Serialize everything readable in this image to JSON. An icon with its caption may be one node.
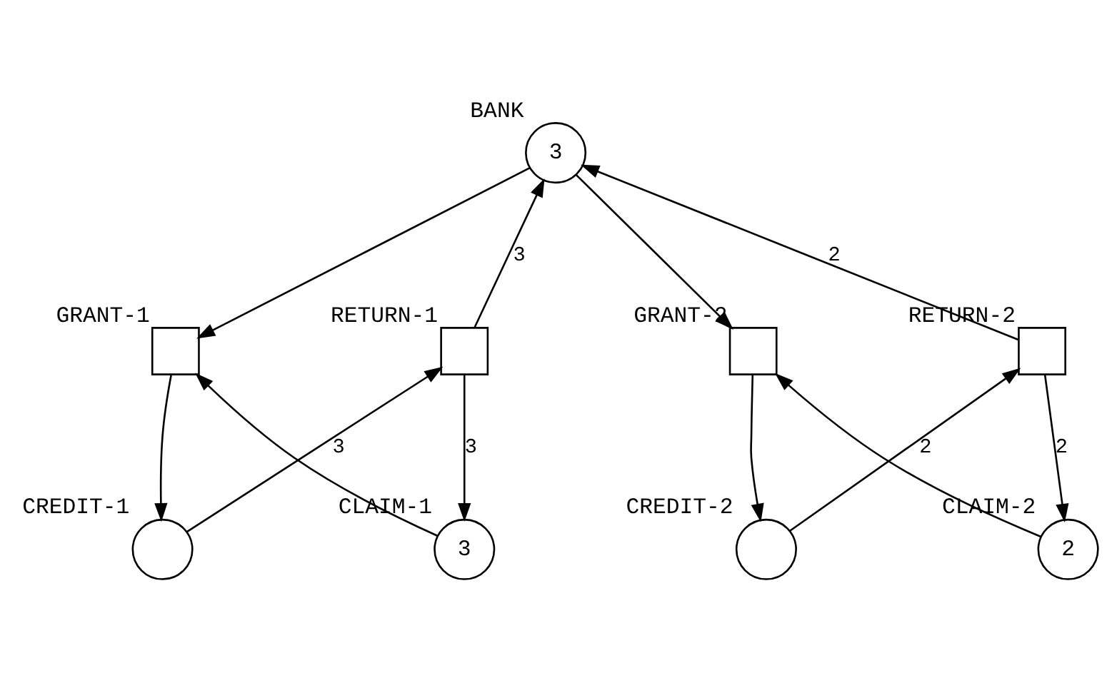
{
  "diagram": {
    "nodes": [
      {
        "text": [
          "BANK",
          "3"
        ]
      },
      {
        "text": [
          "GRANT-1"
        ]
      },
      {
        "text": [
          "RETURN-1"
        ]
      },
      {
        "text": [
          "GRANT-2"
        ]
      },
      {
        "text": [
          "RETURN-2"
        ]
      },
      {
        "text": [
          "CREDIT-1"
        ]
      },
      {
        "text": [
          "3",
          "CLAIM-1"
        ]
      },
      {
        "text": [
          "CREDIT-2"
        ]
      },
      {
        "text": [
          "2",
          "CLAIM-2"
        ]
      }
    ],
    "edges": [
      {
        "from": 0,
        "to": 1,
        "arrow": "to"
      },
      {
        "from": 2,
        "to": 0,
        "arrow": "to",
        "label": "3"
      },
      {
        "from": 0,
        "to": 3,
        "arrow": "to"
      },
      {
        "from": 4,
        "to": 0,
        "arrow": "to",
        "label": "2"
      },
      {
        "from": 1,
        "to": 5,
        "arrow": "to"
      },
      {
        "from": 5,
        "to": 2,
        "arrow": "to",
        "label": "3"
      },
      {
        "from": 6,
        "to": 1,
        "arrow": "to"
      },
      {
        "from": 2,
        "to": 6,
        "arrow": "to",
        "label": "3"
      },
      {
        "from": 3,
        "to": 7,
        "arrow": "to"
      },
      {
        "from": 7,
        "to": 4,
        "arrow": "to",
        "label": "2"
      },
      {
        "from": 8,
        "to": 3,
        "arrow": "to"
      },
      {
        "from": 4,
        "to": 8,
        "arrow": "to",
        "label": "2"
      }
    ]
  }
}
